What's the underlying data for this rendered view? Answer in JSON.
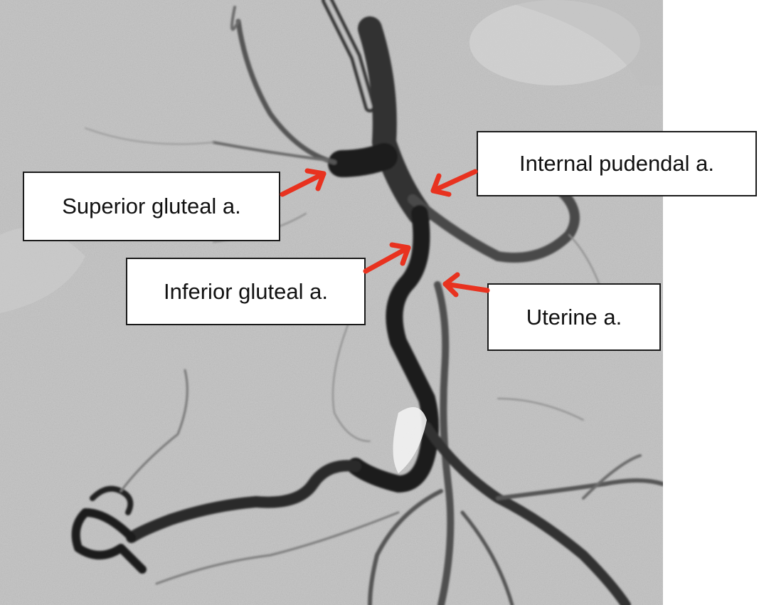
{
  "figure": {
    "labels": {
      "superior_gluteal": "Superior gluteal a.",
      "internal_pudendal": "Internal pudendal a.",
      "inferior_gluteal": "Inferior gluteal a.",
      "uterine": "Uterine a."
    },
    "colors": {
      "arrow": "#e8321f",
      "background_gray": "#c9c9c9",
      "vessel": "#2a2a2a",
      "label_fill": "#ffffff",
      "label_border": "#1a1a1a"
    }
  }
}
